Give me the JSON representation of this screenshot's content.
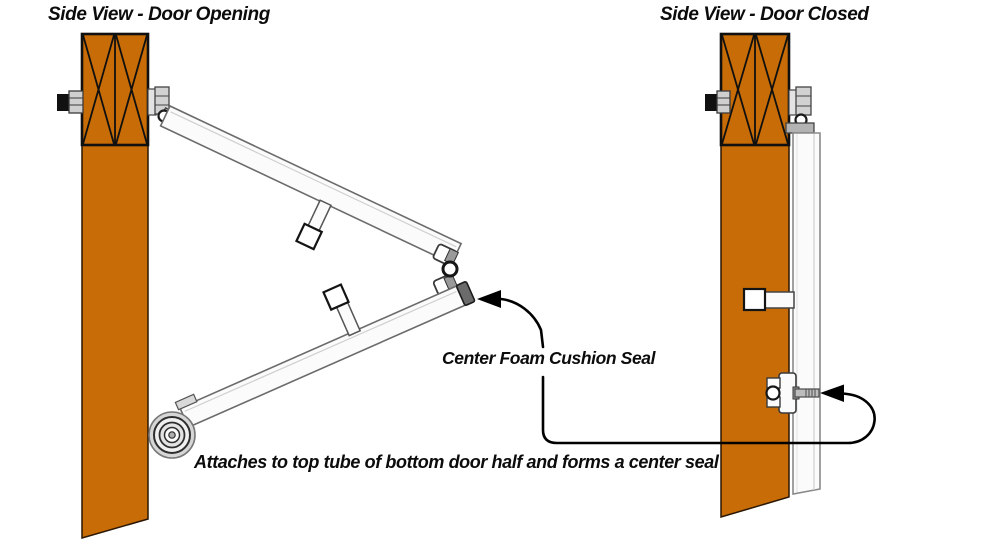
{
  "views": {
    "opening": {
      "title": "Side View - Door Opening"
    },
    "closed": {
      "title": "Side View - Door Closed"
    }
  },
  "annotations": {
    "seal_label": "Center Foam Cushion Seal",
    "caption": "Attaches to top tube of bottom door half and forms a center seal"
  },
  "colors": {
    "post": "#C76C06",
    "panel": "#FBFBFB",
    "seal": "#6B6B6B",
    "metal": "#CFCFCF",
    "line": "#000000",
    "background": "#FFFFFF"
  },
  "icons": {
    "left_seal_pointer": "arrow-left-icon",
    "right_seal_pointer": "arrow-left-icon"
  }
}
